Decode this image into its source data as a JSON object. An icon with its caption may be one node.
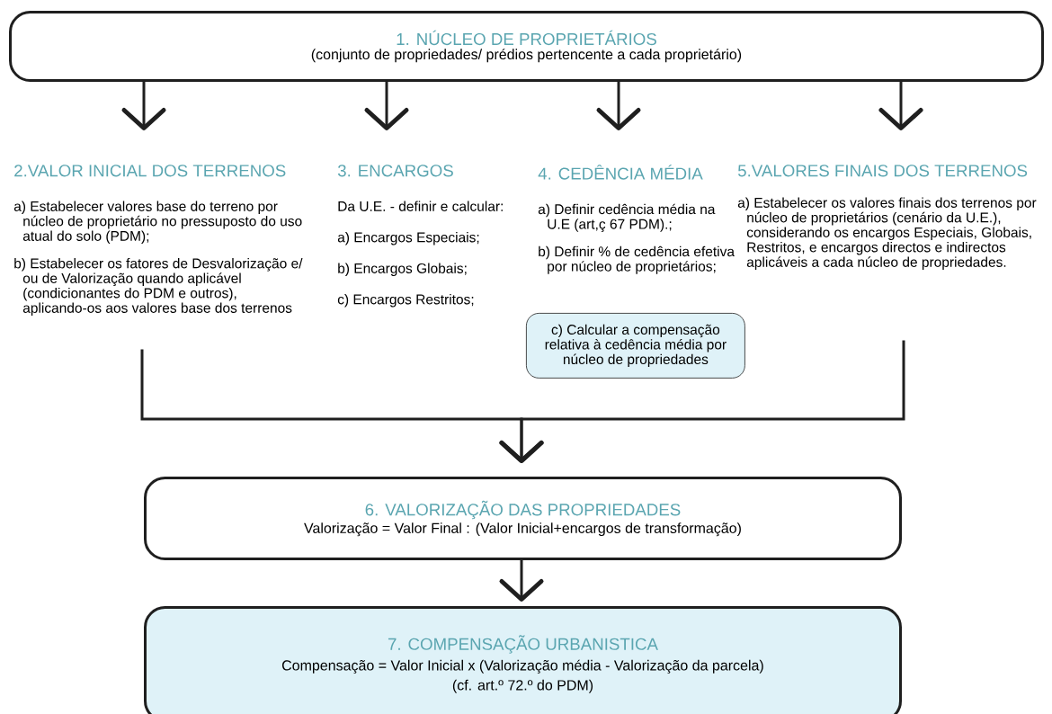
{
  "diagram": {
    "nodes": [
      {
        "text": [
          "1. NÚCLEO DE PROPRIETÁRIOS",
          "(conjunto de propriedades/ prédios pertencente a cada proprietário)"
        ]
      },
      {
        "text": [
          "2.VALOR INICIAL DOS TERRENOS",
          "a) Estabelecer valores base do terreno por núcleo de proprietário no pressuposto do uso atual do solo (PDM);",
          "b) Estabelecer os fatores de Desvalorização e/ ou de Valorização quando aplicável (condicionantes do PDM e outros), aplicando-os aos valores base dos terrenos"
        ]
      },
      {
        "text": [
          "3. ENCARGOS",
          "Da U.E. - definir e calcular:",
          "a) Encargos Especiais;",
          "b) Encargos Globais;",
          "c) Encargos Restritos;"
        ]
      },
      {
        "text": [
          "4. CEDÊNCIA MÉDIA",
          "a) Definir cedência média na U.E (art,ç 67 PDM).;",
          "b) Definir % de cedência efetiva por  núcleo de proprietários;"
        ]
      },
      {
        "text": [
          "c) Calcular a compensação relativa à cedência média por núcleo de propriedades"
        ]
      },
      {
        "text": [
          "5.VALORES FINAIS DOS TERRENOS",
          "a) Estabelecer os valores finais dos terrenos por núcleo de proprietários (cenário da U.E.), considerando os encargos Especiais, Globais, Restritos, e encargos directos e indirectos aplicáveis a cada núcleo de propriedades."
        ]
      },
      {
        "text": [
          "6. VALORIZAÇÃO DAS PROPRIEDADES",
          "Valorização = Valor Final : (Valor Inicial+encargos de transformação)"
        ]
      },
      {
        "text": [
          "7. COMPENSAÇÃO URBANISTICA",
          "Compensação = Valor Inicial x (Valorização média - Valorização da parcela)",
          "(cf. art.º 72.º do PDM)"
        ]
      }
    ],
    "edges": [
      {
        "from": 0,
        "to": 1,
        "arrow": "to"
      },
      {
        "from": 0,
        "to": 2,
        "arrow": "to"
      },
      {
        "from": 0,
        "to": 3,
        "arrow": "to"
      },
      {
        "from": 0,
        "to": 5,
        "arrow": "to"
      },
      {
        "from": 1,
        "to": 6,
        "arrow": "to"
      },
      {
        "from": 5,
        "to": 6,
        "arrow": "to"
      },
      {
        "from": 6,
        "to": 7,
        "arrow": "to"
      }
    ]
  }
}
